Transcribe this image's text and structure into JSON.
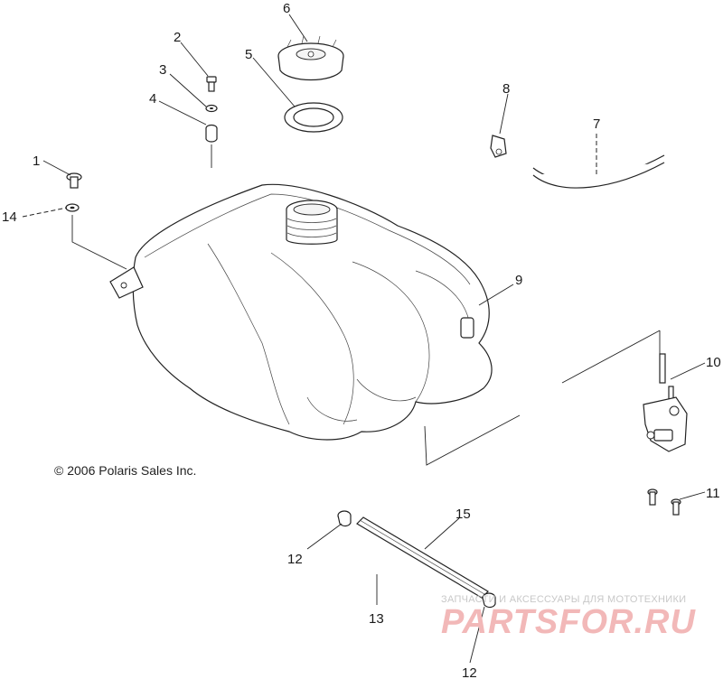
{
  "copyright": "© 2006 Polaris Sales Inc.",
  "watermark": {
    "subtitle": "ЗАПЧАСТИ И АКСЕССУАРЫ ДЛЯ МОТОТЕХНИКИ",
    "brand": "PARTSFOR.RU"
  },
  "callouts": [
    {
      "id": "1",
      "label": "1"
    },
    {
      "id": "2",
      "label": "2"
    },
    {
      "id": "3",
      "label": "3"
    },
    {
      "id": "4",
      "label": "4"
    },
    {
      "id": "5",
      "label": "5"
    },
    {
      "id": "6",
      "label": "6"
    },
    {
      "id": "7",
      "label": "7"
    },
    {
      "id": "8",
      "label": "8"
    },
    {
      "id": "9",
      "label": "9"
    },
    {
      "id": "10",
      "label": "10"
    },
    {
      "id": "11",
      "label": "11"
    },
    {
      "id": "12a",
      "label": "12"
    },
    {
      "id": "12b",
      "label": "12"
    },
    {
      "id": "13",
      "label": "13"
    },
    {
      "id": "14",
      "label": "14"
    },
    {
      "id": "15",
      "label": "15"
    }
  ]
}
